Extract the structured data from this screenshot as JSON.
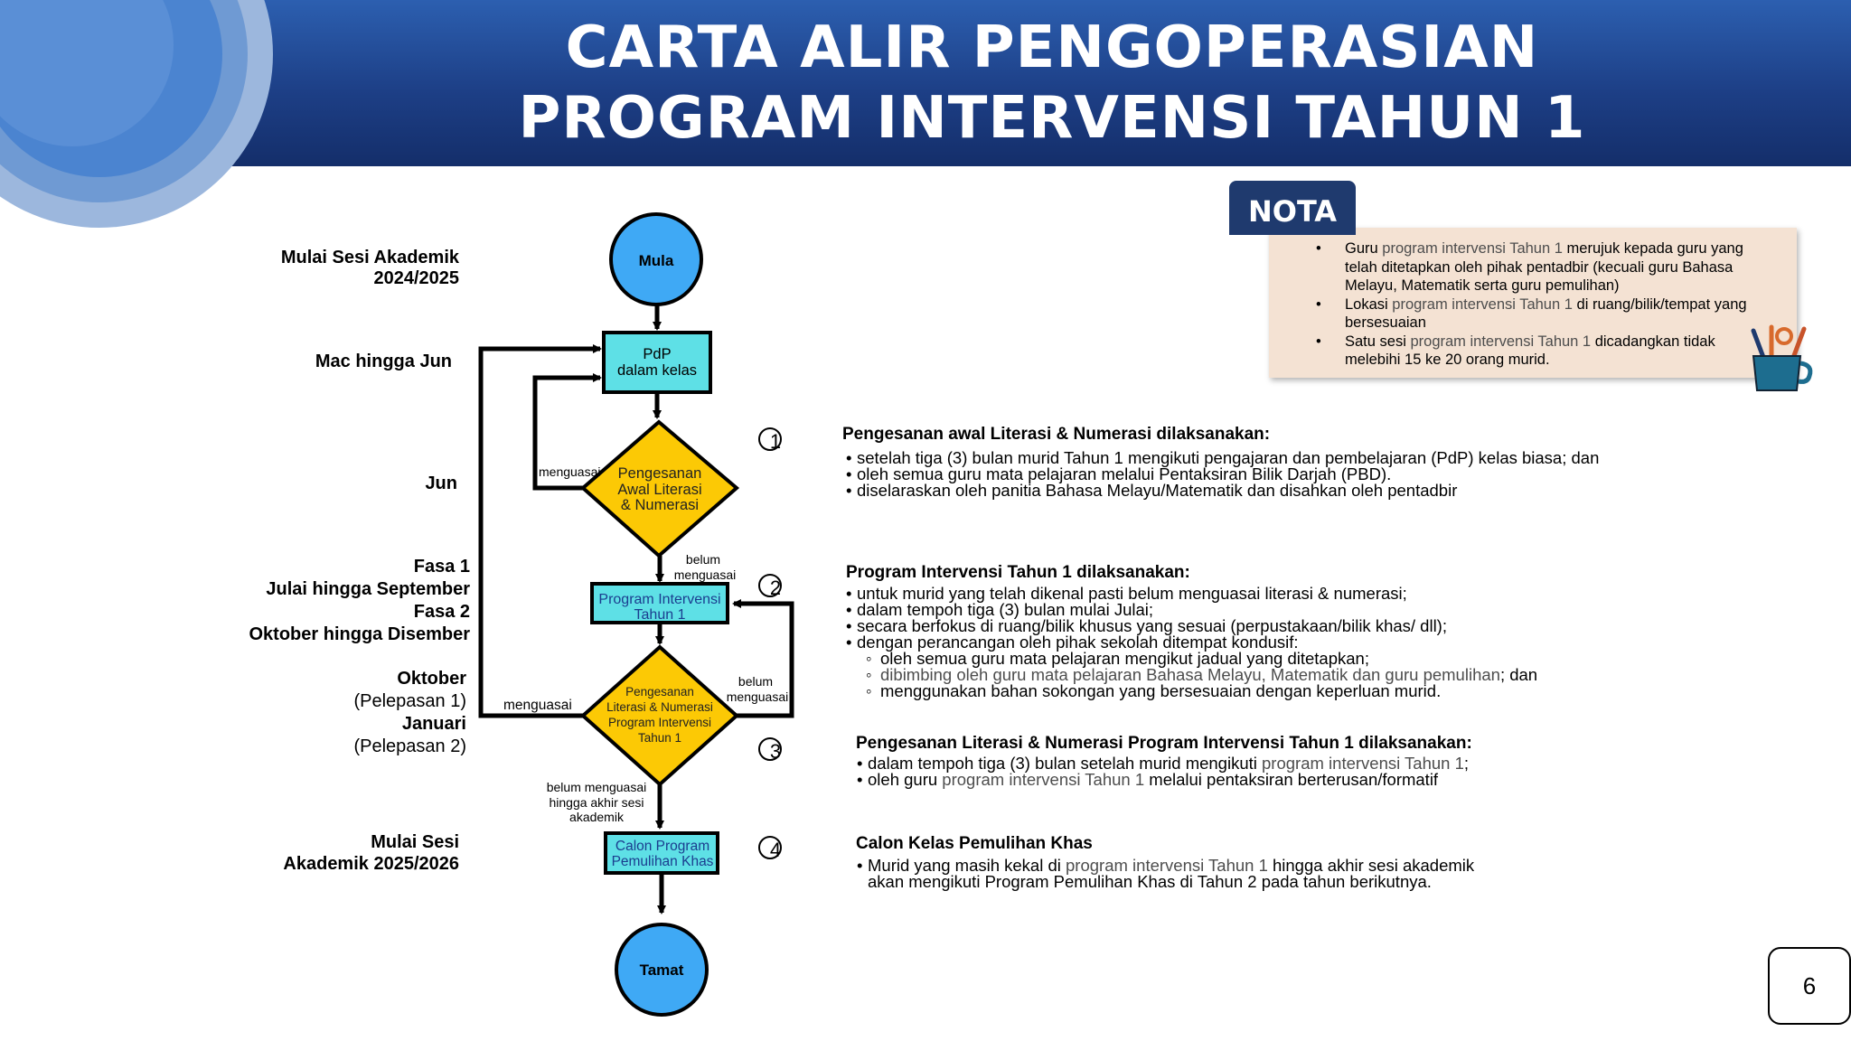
{
  "header": {
    "title_line1": "CARTA ALIR PENGOPERASIAN",
    "title_line2": "PROGRAM INTERVENSI TAHUN 1"
  },
  "timeline": {
    "t1_line1": "Mulai Sesi Akademik",
    "t1_line2": "2024/2025",
    "t2": "Mac hingga Jun",
    "t3": "Jun",
    "t4_line1": "Fasa 1",
    "t4_line2": "Julai hingga September",
    "t4_line3": "Fasa 2",
    "t4_line4": "Oktober hingga Disember",
    "t5_line1": "Oktober",
    "t5_line2": "(Pelepasan 1)",
    "t5_line3": "Januari",
    "t5_line4": "(Pelepasan 2)",
    "t6_line1": "Mulai Sesi",
    "t6_line2": "Akademik 2025/2026"
  },
  "flowchart": {
    "start": "Mula",
    "pdp_line1": "PdP",
    "pdp_line2": "dalam kelas",
    "d1_line1": "Pengesanan",
    "d1_line2": "Awal Literasi",
    "d1_line3": "& Numerasi",
    "pi_line1": "Program Intervensi",
    "pi_line2": "Tahun 1",
    "d2_line1": "Pengesanan",
    "d2_line2": "Literasi & Numerasi",
    "d2_line3": "Program Intervensi",
    "d2_line4": "Tahun 1",
    "calon_line1": "Calon Program",
    "calon_line2": "Pemulihan Khas",
    "end": "Tamat",
    "edge_menguasai_1": "menguasai",
    "edge_belum_1_line1": "belum",
    "edge_belum_1_line2": "menguasai",
    "edge_belum_2_line1": "belum",
    "edge_belum_2_line2": "menguasai",
    "edge_menguasai_2": "menguasai",
    "edge_belum_3_line1": "belum menguasai",
    "edge_belum_3_line2": "hingga akhir sesi",
    "edge_belum_3_line3": "akademik",
    "step1": "1",
    "step2": "2",
    "step3": "3",
    "step4": "4"
  },
  "nota": {
    "tab": "NOTA",
    "b1_pre": "Guru ",
    "b1_hl": "program intervensi Tahun 1",
    "b1_post": " merujuk kepada guru yang telah ditetapkan oleh pihak pentadbir (kecuali guru Bahasa Melayu, Matematik serta guru pemulihan)",
    "b2_pre": "Lokasi ",
    "b2_hl": "program intervensi Tahun 1",
    "b2_post": " di ruang/bilik/tempat yang bersesuaian",
    "b3_pre": "Satu sesi ",
    "b3_hl": "program intervensi Tahun 1",
    "b3_post": " dicadangkan tidak melebihi 15 ke 20 orang murid."
  },
  "sections": {
    "s1": {
      "title": "Pengesanan awal Literasi & Numerasi dilaksanakan:",
      "b1": "setelah tiga (3) bulan murid Tahun 1 mengikuti pengajaran dan pembelajaran (PdP) kelas biasa; dan",
      "b2": "oleh semua guru mata pelajaran melalui Pentaksiran Bilik Darjah (PBD).",
      "b3": "diselaraskan oleh panitia Bahasa Melayu/Matematik dan disahkan oleh pentadbir"
    },
    "s2": {
      "title": "Program Intervensi Tahun 1  dilaksanakan:",
      "b1": "untuk murid yang telah dikenal pasti belum menguasai literasi & numerasi;",
      "b2": "dalam tempoh tiga (3) bulan mulai  Julai;",
      "b3": "secara berfokus di ruang/bilik khusus yang sesuai (perpustakaan/bilik khas/ dll);",
      "b4": "dengan perancangan oleh pihak sekolah ditempat kondusif:",
      "sub1": "oleh semua guru mata pelajaran mengikut jadual yang ditetapkan;",
      "sub2_hl": "dibimbing oleh guru mata pelajaran Bahasa Melayu, Matematik dan guru pemulihan",
      "sub2_post": "; dan",
      "sub3": "menggunakan bahan sokongan yang bersesuaian dengan keperluan murid."
    },
    "s3": {
      "title": "Pengesanan Literasi & Numerasi Program Intervensi Tahun 1 dilaksanakan:",
      "b1_pre": "dalam tempoh tiga (3) bulan setelah murid mengikuti ",
      "b1_hl": "program intervensi Tahun 1",
      "b1_post": ";",
      "b2_pre": "oleh guru ",
      "b2_hl": "program intervensi Tahun 1",
      "b2_post": " melalui pentaksiran berterusan/formatif"
    },
    "s4": {
      "title": "Calon Kelas Pemulihan Khas",
      "b1_pre": "Murid yang masih kekal di ",
      "b1_hl": "program intervensi Tahun 1",
      "b1_post": " hingga akhir sesi akademik",
      "b1_line2": "akan mengikuti Program Pemulihan Khas di Tahun 2 pada tahun berikutnya."
    }
  },
  "page_number": "6",
  "colors": {
    "header_blue": "#1d3f86",
    "terminal_blue": "#3fa9f5",
    "process_cyan": "#5ee0e6",
    "decision_yellow": "#fcc905",
    "nota_bg": "#f4e2d3",
    "nota_tab": "#1f3a6e"
  },
  "icons": {
    "decor": "stationery-cup-icon"
  }
}
